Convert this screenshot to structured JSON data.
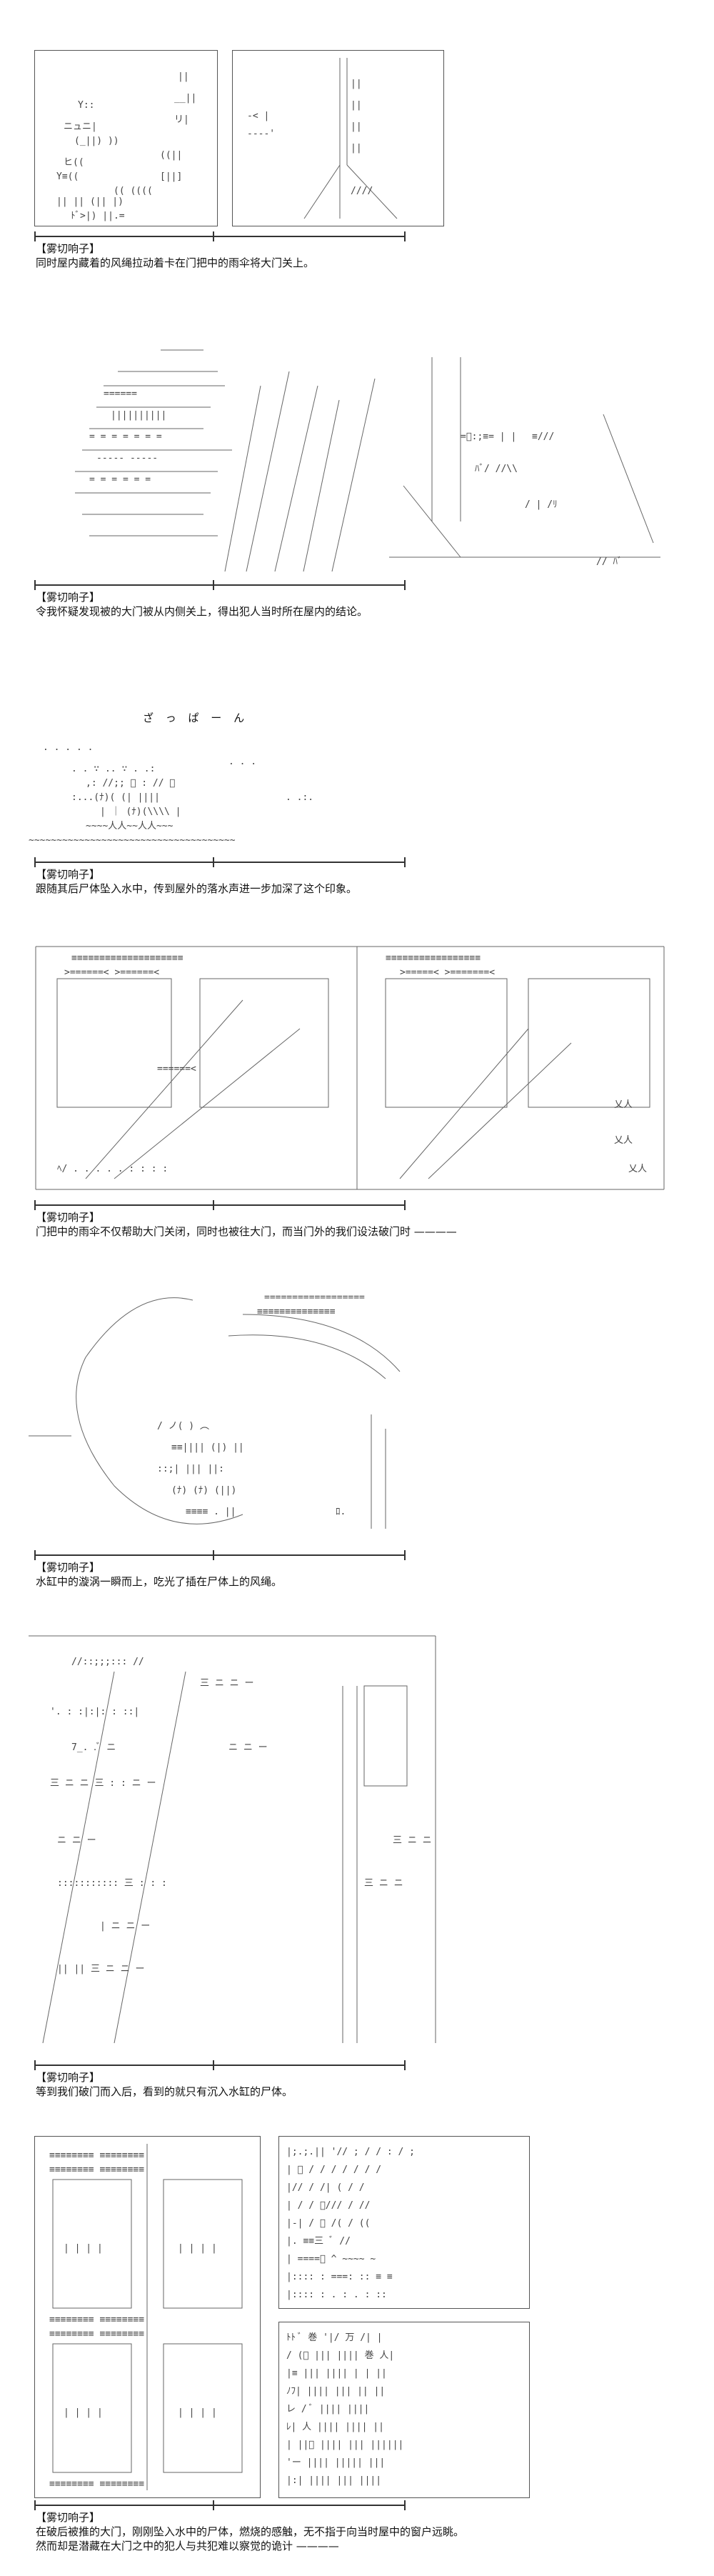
{
  "panels": [
    {
      "speaker": "【雾切响子】",
      "lines": [
        "同时屋内藏着的风绳拉动着卡在门把中的雨伞将大门关上。"
      ]
    },
    {
      "speaker": "【雾切响子】",
      "lines": [
        "令我怀疑发现被的大门被从内侧关上，得出犯人当时所在屋内的结论。"
      ]
    },
    {
      "speaker": "【雾切响子】",
      "lines": [
        "跟随其后尸体坠入水中，传到屋外的落水声进一步加深了这个印象。"
      ],
      "sfx": "ざ っ ぱ ー ん"
    },
    {
      "speaker": "【雾切响子】",
      "lines": [
        "门把中的雨伞不仅帮助大门关闭，同时也被往大门，而当门外的我们设法破门时 ————"
      ]
    },
    {
      "speaker": "【雾切响子】",
      "lines": [
        "水缸中的漩涡一瞬而上，吃光了插在尸体上的风绳。"
      ]
    },
    {
      "speaker": "【雾切响子】",
      "lines": [
        "等到我们破门而入后，看到的就只有沉入水缸的尸体。"
      ]
    },
    {
      "speaker": "【雾切响子】",
      "lines": [
        "在破后被推的大门，刚刚坠入水中的尸体，燃烧的感触，无不指于向当时屋中的窗户远眺。",
        "然而却是潜藏在大门之中的犯人与共犯难以察觉的诡计 ————"
      ]
    }
  ]
}
